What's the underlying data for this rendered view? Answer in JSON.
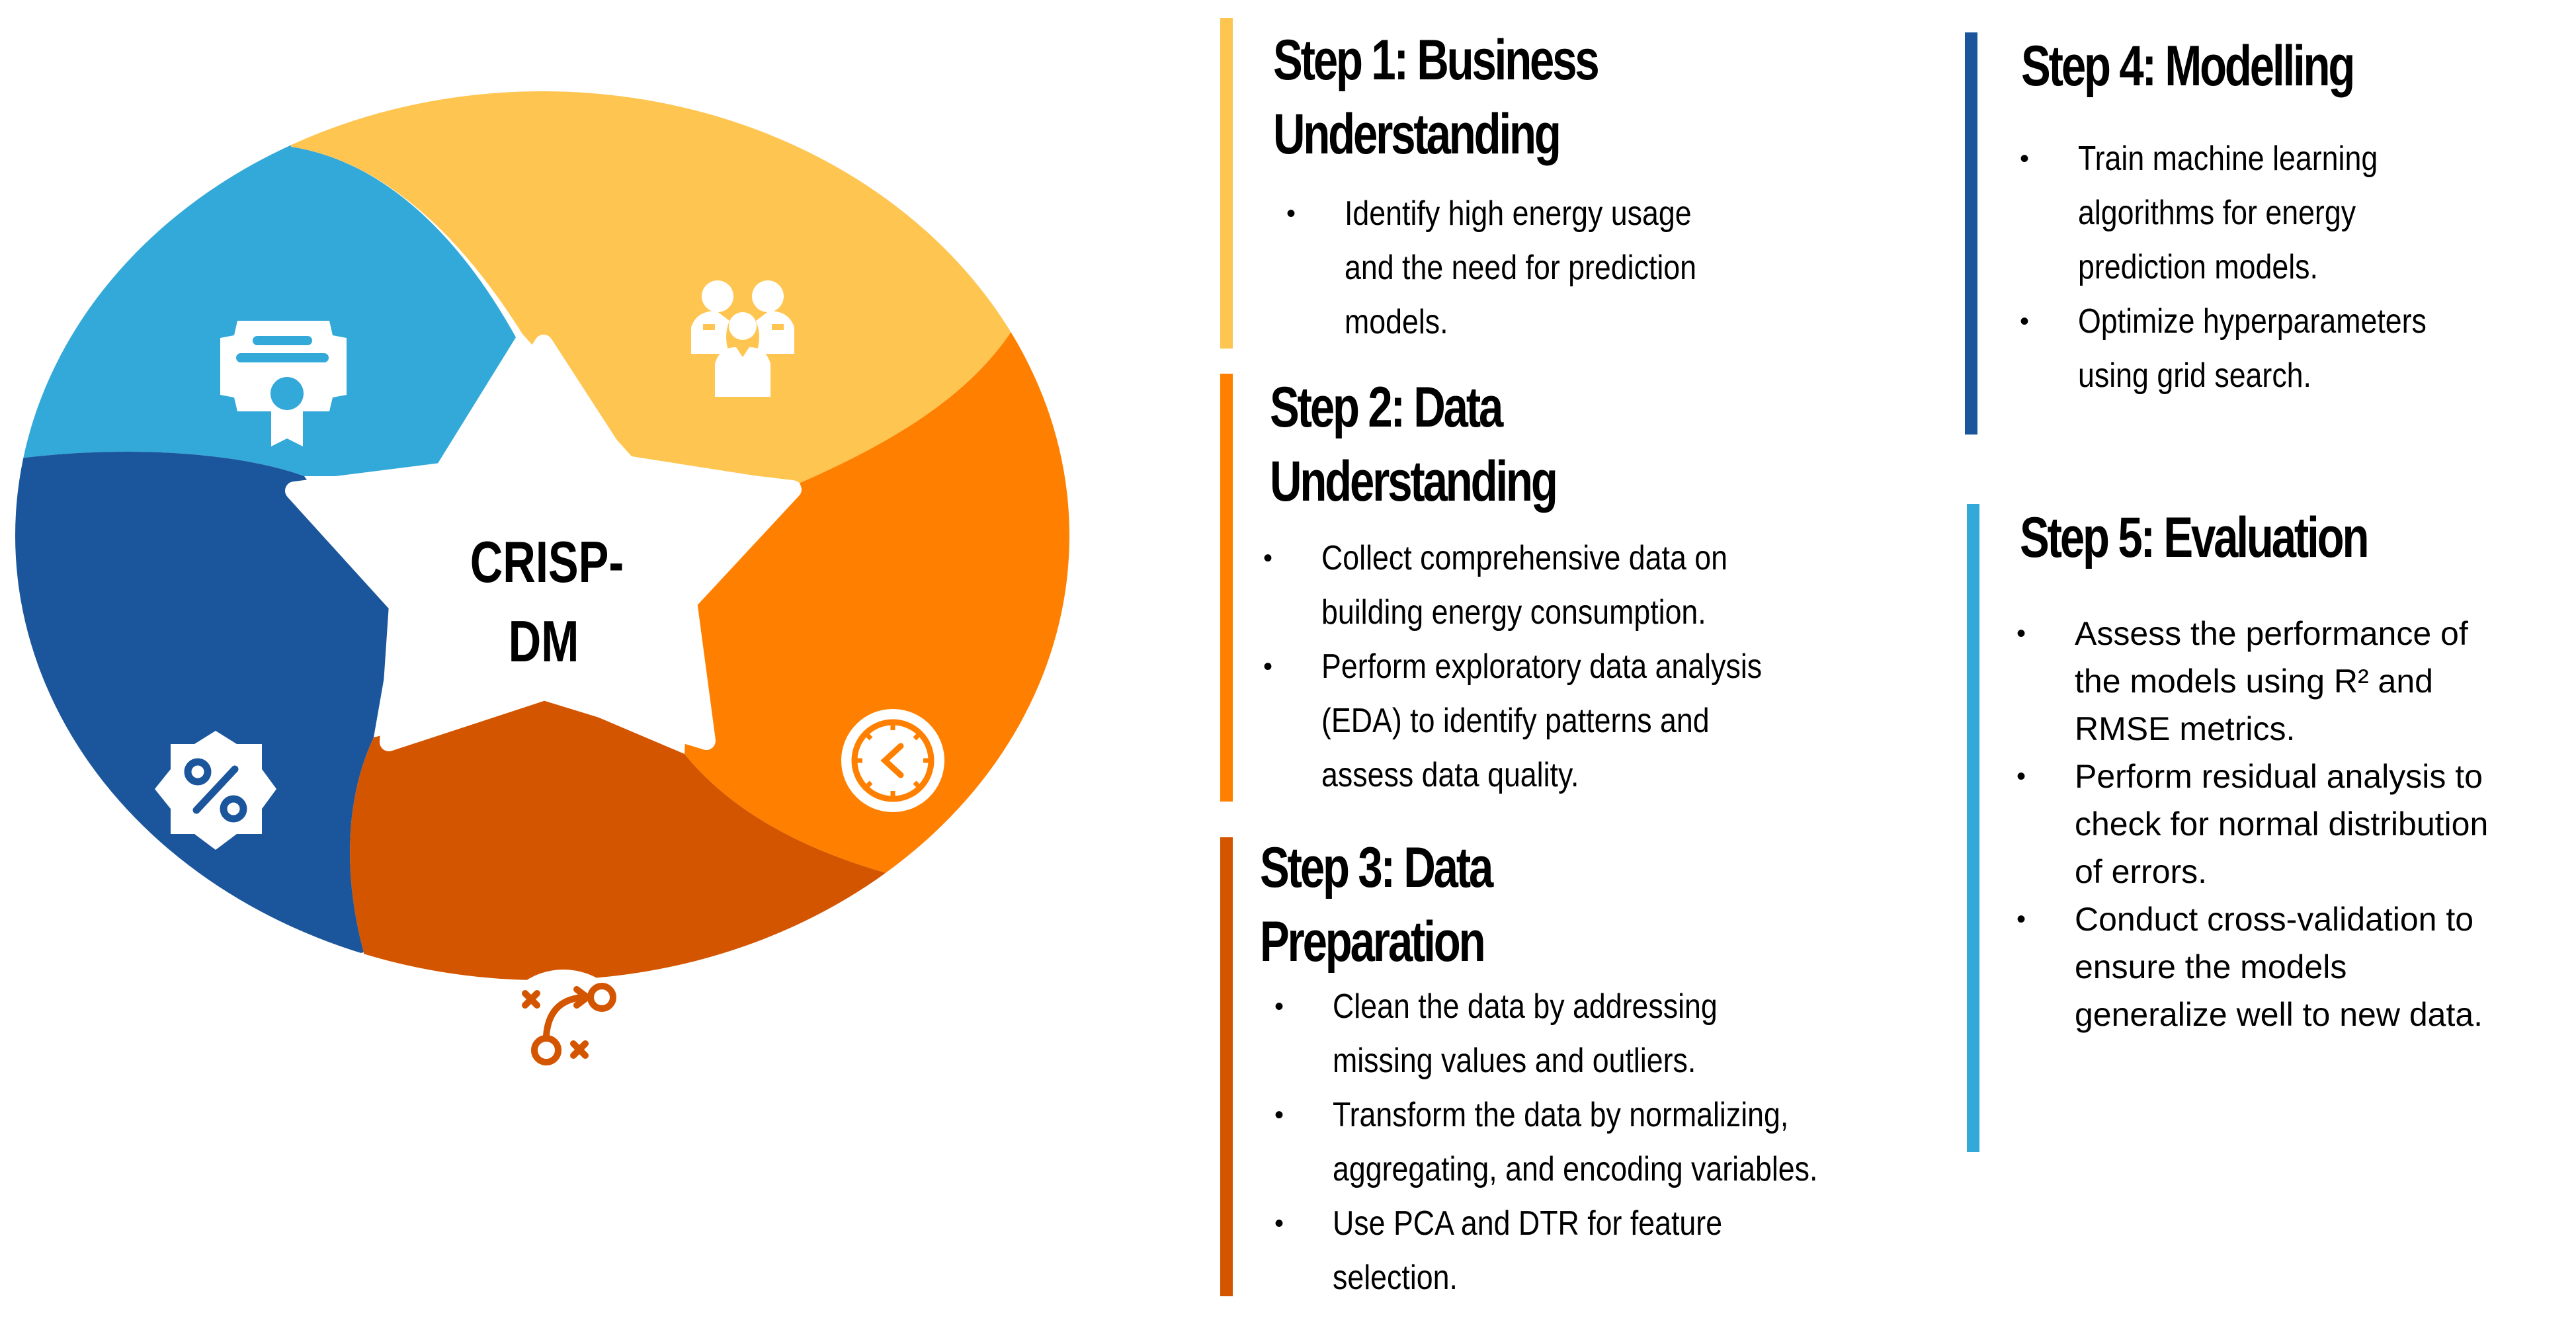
{
  "diagram": {
    "center_label_line1": "CRISP-",
    "center_label_line2": "DM",
    "segments": [
      {
        "name": "business-understanding",
        "color": "#FEC551",
        "icon": "team-icon"
      },
      {
        "name": "data-understanding",
        "color": "#FF8000",
        "icon": "clock-icon"
      },
      {
        "name": "data-preparation",
        "color": "#D45500",
        "icon": "strategy-icon"
      },
      {
        "name": "modelling",
        "color": "#1B569C",
        "icon": "percent-badge-icon"
      },
      {
        "name": "evaluation",
        "color": "#33A9D9",
        "icon": "certificate-icon"
      }
    ]
  },
  "steps": [
    {
      "title_line1": "Step 1: Business",
      "title_line2": "Understanding",
      "color": "#FEC551",
      "bullets": [
        {
          "lines": [
            "Identify high energy usage",
            "and the need for prediction",
            "models."
          ]
        }
      ]
    },
    {
      "title_line1": "Step 2: Data",
      "title_line2": "Understanding",
      "color": "#FF8000",
      "bullets": [
        {
          "lines": [
            "Collect comprehensive data on",
            "building energy consumption."
          ]
        },
        {
          "lines": [
            "Perform exploratory data analysis",
            "(EDA) to identify patterns and",
            "assess data quality."
          ]
        }
      ]
    },
    {
      "title_line1": "Step 3: Data",
      "title_line2": "Preparation",
      "color": "#D45500",
      "bullets": [
        {
          "lines": [
            "Clean the data by addressing",
            "missing values and outliers."
          ]
        },
        {
          "lines": [
            "Transform the data by normalizing,",
            "aggregating, and encoding variables."
          ]
        },
        {
          "lines": [
            "Use PCA and DTR for feature",
            "selection."
          ]
        }
      ]
    },
    {
      "title_line1": "Step 4: Modelling",
      "color": "#1B569C",
      "bullets": [
        {
          "lines": [
            "Train machine learning",
            "algorithms for energy",
            "prediction models."
          ]
        },
        {
          "lines": [
            "Optimize hyperparameters",
            "using grid search."
          ]
        }
      ]
    },
    {
      "title_line1": "Step 5: Evaluation",
      "color": "#33A9D9",
      "bullets": [
        {
          "lines": [
            "Assess the performance of",
            "the models using R² and",
            "RMSE metrics."
          ]
        },
        {
          "lines": [
            "Perform residual analysis to",
            "check for normal distribution",
            "of errors."
          ]
        },
        {
          "lines": [
            "Conduct cross-validation to",
            "ensure the models",
            "generalize well to new data."
          ]
        }
      ]
    }
  ],
  "bullet_glyph": "•"
}
